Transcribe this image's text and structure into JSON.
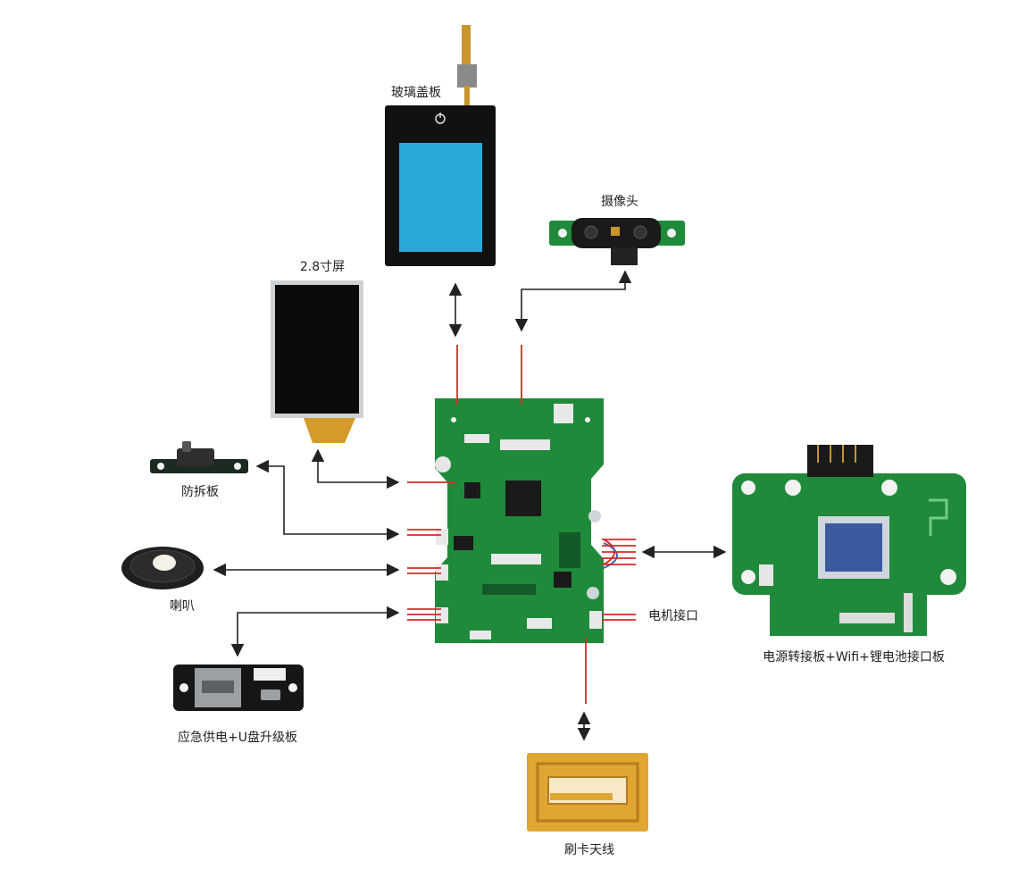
{
  "labels": {
    "glass_cover": "玻璃盖板",
    "camera": "摄像头",
    "screen": "2.8寸屏",
    "tamper_board": "防拆板",
    "speaker": "喇叭",
    "motor_port": "电机接口",
    "power_board": "电源转接板+Wifi+锂电池接口板",
    "usb_board": "应急供电+U盘升级板",
    "card_antenna": "刷卡天线"
  },
  "colors": {
    "pcb_green": "#1f8a3a",
    "pcb_dark": "#15692b",
    "connector_red": "#d42a2a",
    "arrow": "#222222",
    "screen_blue": "#2aa8d8",
    "antenna_gold": "#e0a533"
  }
}
